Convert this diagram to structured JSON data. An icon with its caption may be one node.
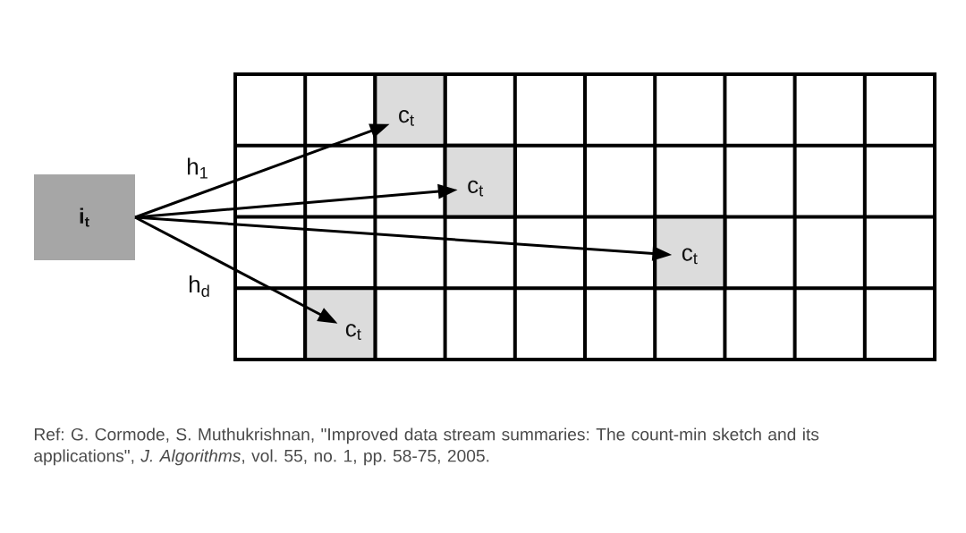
{
  "diagram": {
    "nodes": [
      {
        "text": [
          "i$_{t}$"
        ]
      },
      {
        "text": [],
        "shape": "grid"
      },
      {
        "text": [
          "c$_{t}$"
        ],
        "in": 1
      },
      {
        "text": [
          "c$_{t}$"
        ],
        "in": 1
      },
      {
        "text": [
          "c$_{t}$"
        ],
        "in": 1
      },
      {
        "text": [
          "c$_{t}$"
        ],
        "in": 1
      }
    ],
    "edges": [
      {
        "from": 0,
        "to": 2,
        "arrow": "to",
        "label": "h$_{1}$"
      },
      {
        "from": 0,
        "to": 3,
        "arrow": "to"
      },
      {
        "from": 0,
        "to": 4,
        "arrow": "to"
      },
      {
        "from": 0,
        "to": 5,
        "arrow": "to",
        "label": "h$_{d}$"
      }
    ],
    "caption": "Ref: G. Cormode, S. Muthukrishnan, \"Improved data stream summaries: The count-min sketch and its applications\", *J. Algorithms*, vol. 55, no. 1, pp. 58-75, 2005."
  }
}
